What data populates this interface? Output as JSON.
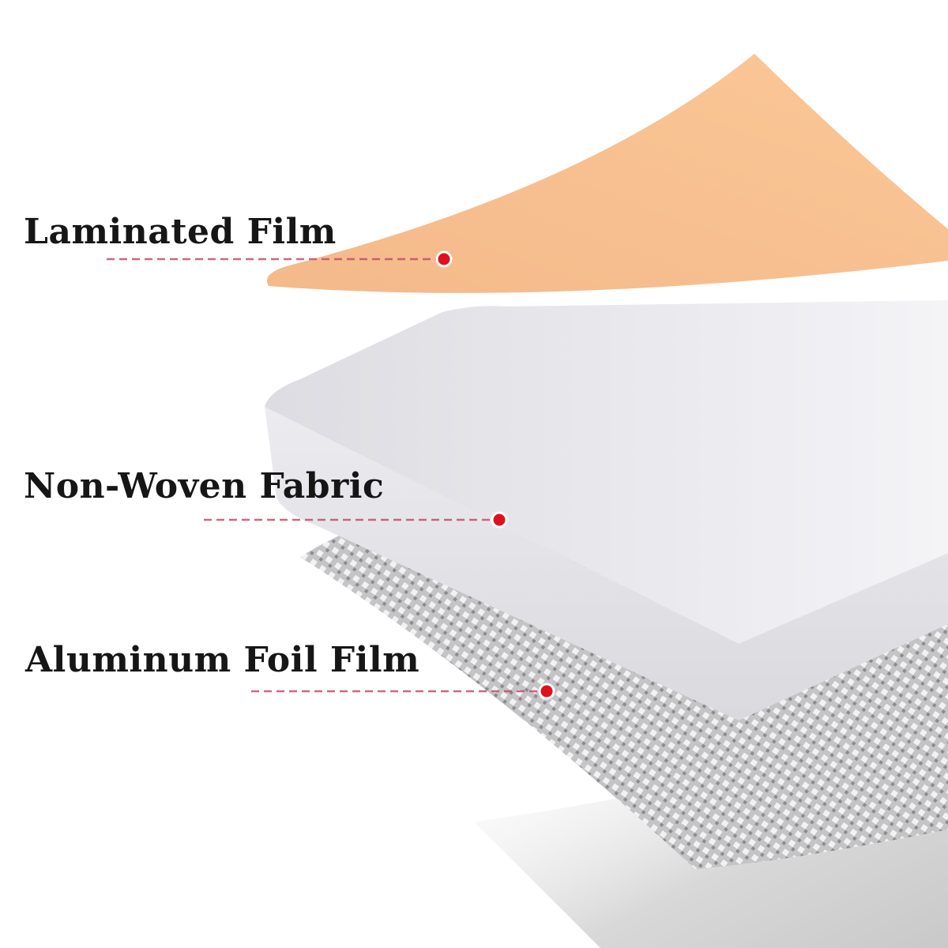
{
  "layers": [
    {
      "label": "Laminated Film",
      "color": "#f7c08f"
    },
    {
      "label": "Non-Woven Fabric",
      "color": "#e9e9ee"
    },
    {
      "label": "Aluminum Foil Film",
      "color": "#b9b9bb"
    }
  ],
  "colors": {
    "leader_line": "#c0506a",
    "marker": "#e0101e",
    "text": "#161616"
  }
}
